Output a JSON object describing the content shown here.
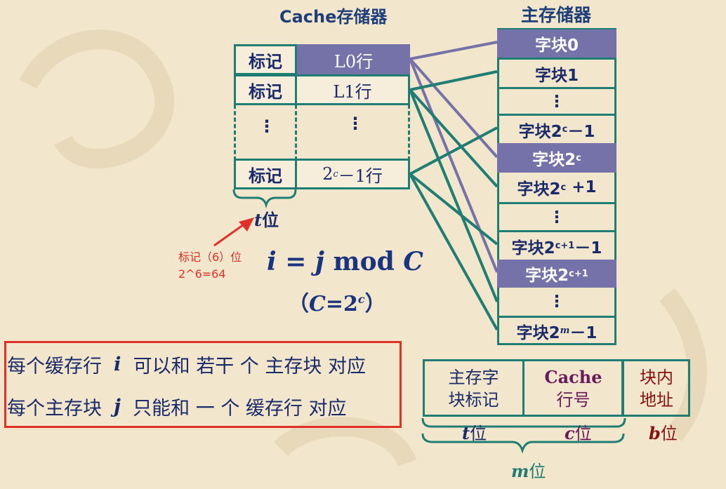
{
  "cache": {
    "title": "Cache存储器",
    "tag_label": "标记",
    "vdots": "⋮",
    "line0": "L0行",
    "line1": "L1行",
    "last_base": "2",
    "last_exp": "c",
    "last_suffix": "－1行",
    "t_var": "t",
    "t_unit": "位"
  },
  "annotation": {
    "line1": "标记（6）位",
    "line2": "2^6=64"
  },
  "formula": {
    "main_i": "i",
    "main_eq": " = ",
    "main_j": "j",
    "main_mod": " mod ",
    "main_C": "C",
    "sub_open": "（",
    "sub_C": "C",
    "sub_eq": "=2",
    "sub_exp": "c",
    "sub_close": "）"
  },
  "memory": {
    "title": "主存储器",
    "vdots": "⋮",
    "b0": "字块0",
    "b1": "字块1",
    "b_c_minus_prefix": "字块2",
    "b_c_minus_exp": "c",
    "b_c_minus_suffix": "－1",
    "b_c_prefix": "字块2",
    "b_c_exp": "c",
    "b_c1_prefix": "字块2",
    "b_c1_exp": "c",
    "b_c1_suffix": " +1",
    "b_c1m_prefix": "字块2",
    "b_c1m_exp": "c+1",
    "b_c1m_suffix": "－1",
    "b_cp1_prefix": "字块2",
    "b_cp1_exp": "c+1",
    "b_m_prefix": "字块2",
    "b_m_exp": "m",
    "b_m_suffix": "－1"
  },
  "rules": {
    "r1_a": "每个缓存行",
    "r1_var": "i",
    "r1_b": "可以和",
    "r1_c": "若干",
    "r1_d": "个",
    "r1_e": "主存块",
    "r1_f": "对应",
    "r2_a": "每个主存块",
    "r2_var": "j",
    "r2_b": "只能和",
    "r2_c": "一",
    "r2_d": "个",
    "r2_e": "缓存行",
    "r2_f": "对应"
  },
  "address": {
    "f1_l1": "主存字",
    "f1_l2": "块标记",
    "f2_l1": "Cache",
    "f2_l2": "行号",
    "f3_l1": "块内",
    "f3_l2": "地址",
    "t_var": "t",
    "c_var": "c",
    "b_var": "b",
    "unit": "位",
    "m_var": "m"
  },
  "colors": {
    "teal": "#1f7d74",
    "highlight": "#7472a8",
    "navy": "#1a2a6a",
    "red": "#e0302a",
    "maroon": "#8a1010"
  }
}
